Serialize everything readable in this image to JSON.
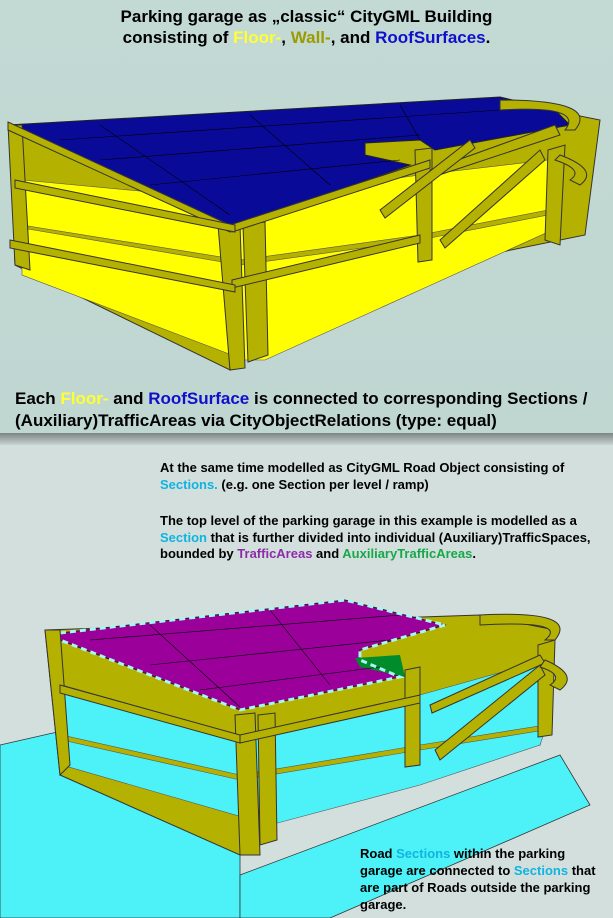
{
  "top_panel": {
    "title": {
      "line1": "Parking garage as „classic“ CityGML Building",
      "line2_prefix": "consisting of ",
      "floor": "Floor-",
      "sep": ", ",
      "wall": "Wall-",
      "and": ", and ",
      "roof": "RoofSurfaces",
      "end": "."
    },
    "caption": {
      "each": "Each ",
      "floor": "Floor-",
      "and": " and ",
      "roof": "RoofSurface",
      "rest": " is connected to corresponding Sections / (Auxiliary)TrafficAreas via CityObjectRelations (type: equal)"
    }
  },
  "bottom_panel": {
    "para1": {
      "a": "At the same time modelled as CityGML Road Object consisting of ",
      "sections": "Sections.",
      "b": " (e.g. one Section per level / ramp)"
    },
    "para2": {
      "a": "The top level of the parking garage in this example is modelled as a ",
      "section": "Section",
      "b": " that is further divided into individual (Auxiliary)TrafficSpaces, bounded by ",
      "traffic_areas": "TrafficAreas",
      "and": " and ",
      "aux_traffic_areas": "AuxiliaryTrafficAreas",
      "end": "."
    },
    "caption": {
      "a": "Road ",
      "sections1": "Sections",
      "b": " within the parking garage are connected to ",
      "sections2": "Sections",
      "c": " that are part of Roads outside the parking garage."
    }
  },
  "colors": {
    "floor_yellow": "#ffff00",
    "wall_olive": "#b5b100",
    "roof_blue": "#0a0a99",
    "traffic_purple": "#9b009b",
    "aux_green": "#008c2a",
    "section_cyan": "#4cf2f7"
  }
}
